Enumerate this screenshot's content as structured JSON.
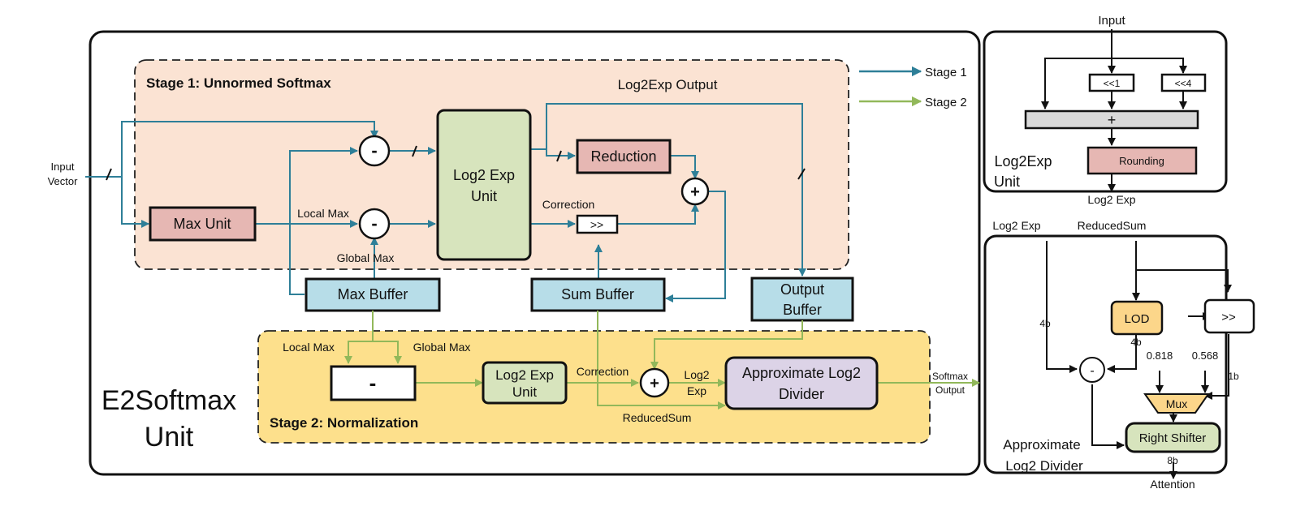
{
  "colors": {
    "stage1": "#2E7F98",
    "stage2": "#92B85A",
    "stage1_bg": "#FBE3D3",
    "stage2_bg": "#FDE08C",
    "reduction_fill": "#E6B7B3",
    "log2exp_fill": "#D7E4BD",
    "buffer_fill": "#B7DDE8",
    "divider_fill": "#DCD3E7",
    "lod_fill": "#FCD68A",
    "adder_fill": "#D9D9D9"
  },
  "main": {
    "title_line1": "E2Softmax",
    "title_line2": "Unit",
    "stage1": {
      "title": "Stage 1: Unnormed Softmax",
      "input_label_line1": "Input",
      "input_label_line2": "Vector",
      "max_unit": "Max Unit",
      "sub_symbol": "-",
      "add_symbol": "+",
      "local_max": "Local Max",
      "global_max": "Global Max",
      "log2exp_unit_line1": "Log2 Exp",
      "log2exp_unit_line2": "Unit",
      "log2exp_output": "Log2Exp Output",
      "reduction": "Reduction",
      "correction": "Correction",
      "shift": ">>"
    },
    "buffers": {
      "max_buffer": "Max Buffer",
      "sum_buffer": "Sum Buffer",
      "output_buffer_line1": "Output",
      "output_buffer_line2": "Buffer"
    },
    "stage2": {
      "title": "Stage 2: Normalization",
      "local_max": "Local Max",
      "global_max": "Global Max",
      "sub_symbol": "-",
      "log2exp_unit_line1": "Log2 Exp",
      "log2exp_unit_line2": "Unit",
      "correction": "Correction",
      "add_symbol": "+",
      "log2_exp_line1": "Log2",
      "log2_exp_line2": "Exp",
      "reduced_sum": "ReducedSum",
      "divider_line1": "Approximate Log2",
      "divider_line2": "Divider",
      "softmax_output_line1": "Softmax",
      "softmax_output_line2": "Output"
    }
  },
  "legend": [
    {
      "label": "Stage 1",
      "color": "#2E7F98"
    },
    {
      "label": "Stage 2",
      "color": "#92B85A"
    }
  ],
  "log2exp_detail": {
    "input": "Input",
    "shift1": "<<1",
    "shift4": "<<4",
    "adder": "+",
    "rounding": "Rounding",
    "title_line1": "Log2Exp",
    "title_line2": "Unit",
    "output": "Log2 Exp"
  },
  "divider_detail": {
    "in_log2exp": "Log2 Exp",
    "in_reducedsum": "ReducedSum",
    "lod": "LOD",
    "shift": ">>",
    "bits_4b_left": "4b",
    "bits_4b_lod": "4b",
    "bits_1b": "1b",
    "bits_8b": "8b",
    "const1": "0.818",
    "const2": "0.568",
    "sub_symbol": "-",
    "mux": "Mux",
    "right_shifter": "Right Shifter",
    "title_line1": "Approximate",
    "title_line2": "Log2 Divider",
    "output": "Attention"
  }
}
